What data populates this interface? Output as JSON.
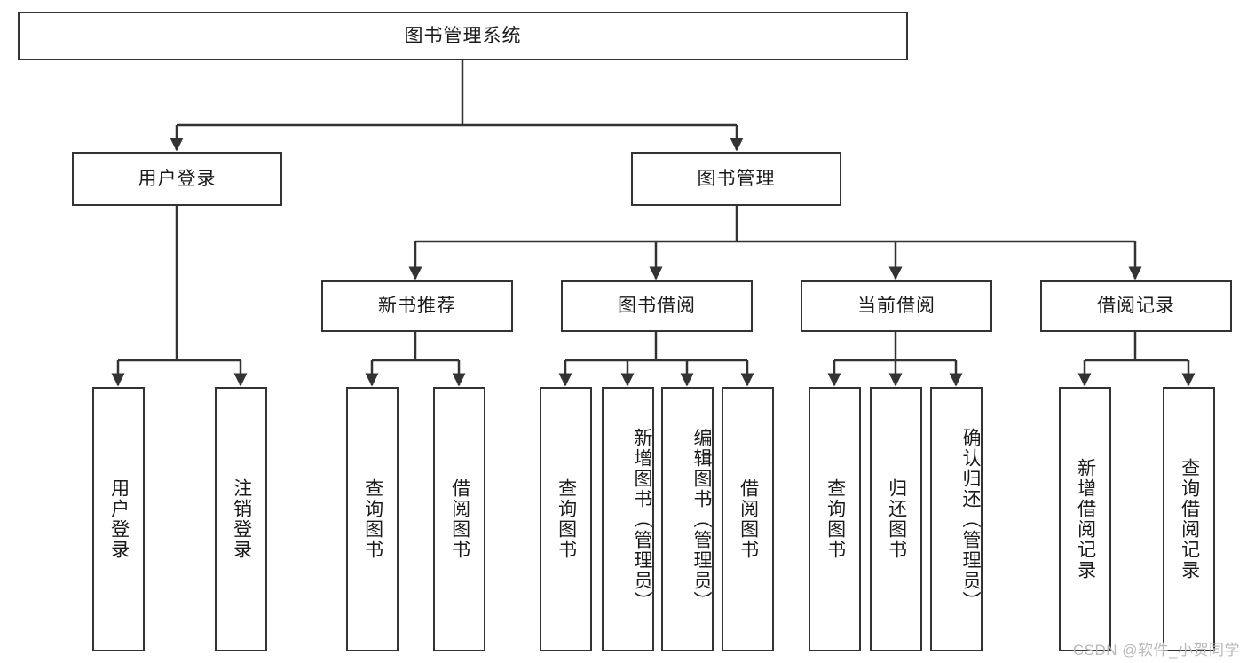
{
  "diagram": {
    "title": "图书管理系统",
    "type": "hierarchy-tree",
    "root": {
      "label": "图书管理系统"
    },
    "level2": [
      {
        "label": "用户登录"
      },
      {
        "label": "图书管理"
      }
    ],
    "level3": [
      {
        "label": "新书推荐"
      },
      {
        "label": "图书借阅"
      },
      {
        "label": "当前借阅"
      },
      {
        "label": "借阅记录"
      }
    ],
    "leaves": {
      "user_login": [
        {
          "label": "用户登录"
        },
        {
          "label": "注销登录"
        }
      ],
      "new_book_recommend": [
        {
          "label": "查询图书"
        },
        {
          "label": "借阅图书"
        }
      ],
      "book_borrow": [
        {
          "label": "查询图书"
        },
        {
          "label": "新增图书（管理员）"
        },
        {
          "label": "编辑图书（管理员）"
        },
        {
          "label": "借阅图书"
        }
      ],
      "current_borrow": [
        {
          "label": "查询图书"
        },
        {
          "label": "归还图书"
        },
        {
          "label": "确认归还（管理员）"
        }
      ],
      "borrow_records": [
        {
          "label": "新增借阅记录"
        },
        {
          "label": "查询借阅记录"
        }
      ]
    }
  },
  "watermark": {
    "text": "CSDN @软件_小贺同学"
  },
  "colors": {
    "stroke": "#333333",
    "fill": "#ffffff",
    "text": "#1a1a1a",
    "watermark": "#b9b9b9"
  }
}
